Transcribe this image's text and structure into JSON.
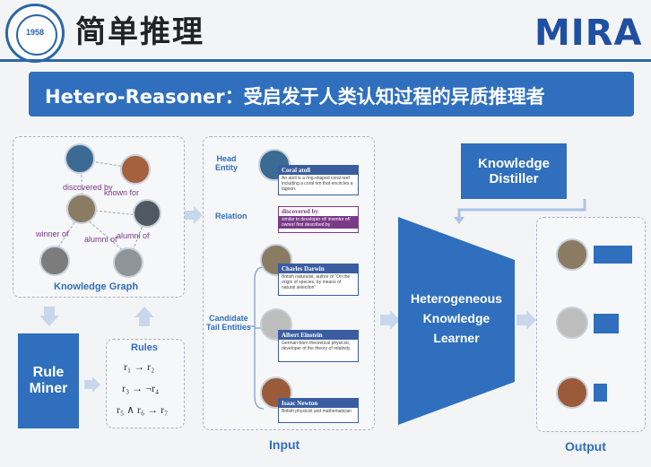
{
  "header": {
    "title": "简单推理",
    "seal_year": "1958",
    "brand_logo": "MIRA"
  },
  "banner": {
    "text": "Hetero-Reasoner：受启发于人类认知过程的异质推理者"
  },
  "knowledge_graph": {
    "title": "Knowledge Graph",
    "edge_labels": [
      "discovered by",
      "known for",
      "winner of",
      "alumni of",
      "alumni of"
    ]
  },
  "rule_miner": {
    "label": "Rule\nMiner"
  },
  "rules": {
    "title": "Rules",
    "items": [
      "r₁ → r₂",
      "r₃ → ¬r₄",
      "r₅ ∧ r₆ → r₇"
    ]
  },
  "input": {
    "title": "Input",
    "head_entity_label": "Head\nEntity",
    "relation_label": "Relation",
    "candidate_label": "Candidate\nTail Entities",
    "head_card": {
      "name": "Coral atoll",
      "desc": "An atoll is a ring-shaped coral reef including a coral rim that encircles a lagoon."
    },
    "relation_card": {
      "name": "discovered by",
      "desc": "similar to developer of/ inventor of/ owner/ first described by"
    },
    "candidates": [
      {
        "name": "Charles Darwin",
        "desc": "British naturalist, author of \"On the origin of species, by means of natural selection\""
      },
      {
        "name": "Albert Einstein",
        "desc": "German-born theoretical physicist, developer of the theory of relativity"
      },
      {
        "name": "Isaac Newton",
        "desc": "British physicist and mathematician"
      }
    ]
  },
  "distiller": {
    "label": "Knowledge\nDistiller"
  },
  "learner": {
    "label": "Heterogeneous\nKnowledge\nLearner"
  },
  "output": {
    "title": "Output",
    "scores": [
      0.85,
      0.55,
      0.3
    ]
  },
  "colors": {
    "brand_blue": "#2f6fbe",
    "dashed_border": "#aab3bf",
    "relation_purple": "#7a3a88"
  }
}
